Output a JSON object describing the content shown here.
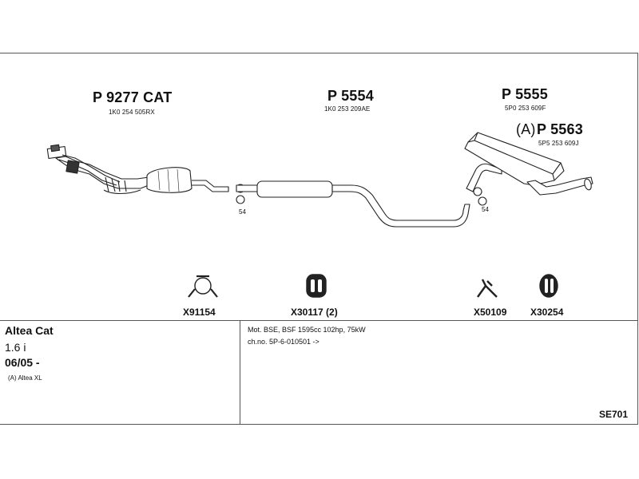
{
  "parts": {
    "cat": {
      "part_no": "P 9277 CAT",
      "oem": "1K0 254 505RX"
    },
    "middle": {
      "part_no": "P 5554",
      "oem": "1K0 253 209AE"
    },
    "rear": {
      "part_no": "P 5555",
      "oem": "5P0 253 609F"
    },
    "rear_alt": {
      "prefix": "(A)",
      "part_no": "P 5563",
      "oem": "5P5 253 609J"
    }
  },
  "clamp_labels": {
    "left": "54",
    "right": "54"
  },
  "accessories": [
    {
      "code": "X91154",
      "icon": "clamp-icon"
    },
    {
      "code": "X30117 (2)",
      "icon": "rubber-hanger-icon"
    },
    {
      "code": "X50109",
      "icon": "bracket-icon"
    },
    {
      "code": "X30254",
      "icon": "rubber-ring-icon"
    }
  ],
  "vehicle": {
    "model": "Altea Cat",
    "engine": "1.6 i",
    "date": "06/05 -",
    "note": "(A) Altea XL"
  },
  "specs": {
    "engine_line": "Mot. BSE, BSF 1595cc 102hp, 75kW",
    "chassis_line": "ch.no. 5P-6-010501 ->"
  },
  "kit_code": "SE701"
}
